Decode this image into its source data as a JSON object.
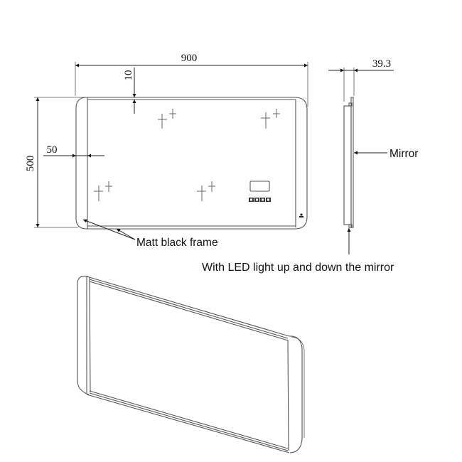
{
  "drawing": {
    "title": "LED mirror technical drawing",
    "units": "mm"
  },
  "front_view": {
    "width_dim": "900",
    "height_dim": "500",
    "frame_width_dim": "50",
    "top_margin_dim": "10",
    "sparkle_icons": 4,
    "touch_panel": {
      "display": "clock-display",
      "buttons": [
        "button-1",
        "button-2",
        "button-3",
        "button-4"
      ]
    },
    "sensor_icon": "person-sensor-icon"
  },
  "side_view": {
    "depth_dim": "39.3",
    "mirror_label": "Mirror"
  },
  "callouts": {
    "frame_label": "Matt black frame",
    "led_label": "With LED light up and down the mirror"
  },
  "iso_view": {
    "label": "isometric-view"
  },
  "colors": {
    "line": "#222222",
    "frame_line": "#555555",
    "background": "#ffffff"
  }
}
